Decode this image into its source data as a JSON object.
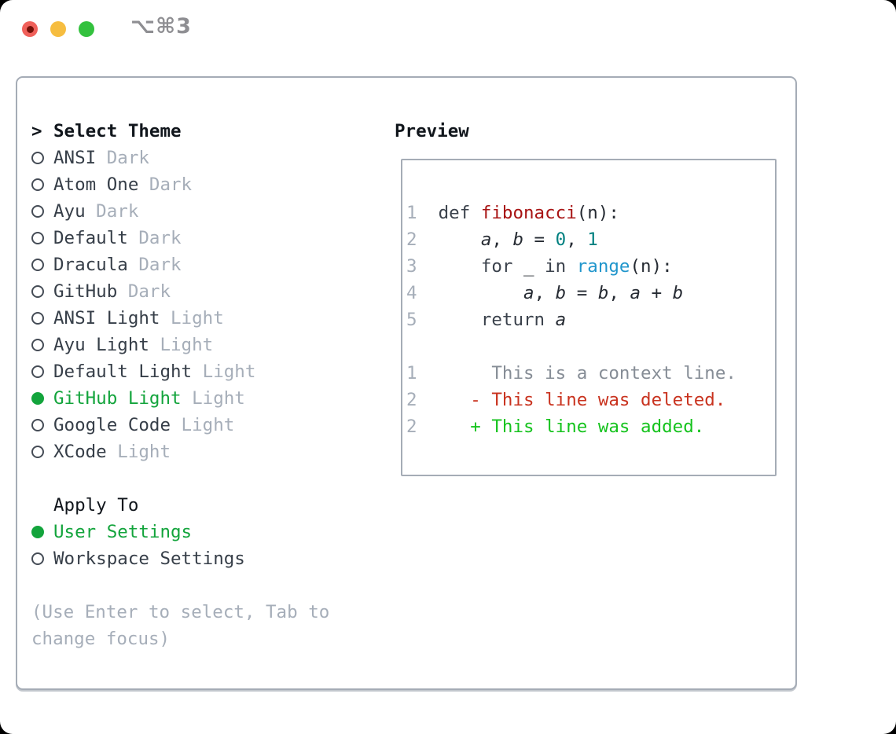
{
  "window": {
    "title": "⌥⌘3"
  },
  "traffic_lights": {
    "close_color": "#f0605a",
    "close_dot_color": "#741008",
    "minimize_color": "#f6bd40",
    "zoom_color": "#33c13e"
  },
  "colors": {
    "border": "#a5acb6",
    "ink": "#11161c",
    "text": "#363e48",
    "muted": "#a6aeb9",
    "ring": "#454c56",
    "green": "#13a43c",
    "add": "#16c31e",
    "del": "#c9331f",
    "fn": "#a81414",
    "lit": "#008080",
    "bi": "#2196cc",
    "kw": "#3b424c",
    "plain": "#262b33",
    "ctx": "#868d96",
    "titlegray": "#8e8e92"
  },
  "theme_panel": {
    "prompt": ">",
    "title": "Select Theme",
    "themes": [
      {
        "name": "ANSI",
        "tag": "Dark",
        "selected": false
      },
      {
        "name": "Atom One",
        "tag": "Dark",
        "selected": false
      },
      {
        "name": "Ayu",
        "tag": "Dark",
        "selected": false
      },
      {
        "name": "Default",
        "tag": "Dark",
        "selected": false
      },
      {
        "name": "Dracula",
        "tag": "Dark",
        "selected": false
      },
      {
        "name": "GitHub",
        "tag": "Dark",
        "selected": false
      },
      {
        "name": "ANSI Light",
        "tag": "Light",
        "selected": false
      },
      {
        "name": "Ayu Light",
        "tag": "Light",
        "selected": false
      },
      {
        "name": "Default Light",
        "tag": "Light",
        "selected": false
      },
      {
        "name": "GitHub Light",
        "tag": "Light",
        "selected": true
      },
      {
        "name": "Google Code",
        "tag": "Light",
        "selected": false
      },
      {
        "name": "XCode",
        "tag": "Light",
        "selected": false
      }
    ],
    "apply_to": {
      "title": "Apply To",
      "options": [
        {
          "name": "User Settings",
          "selected": true
        },
        {
          "name": "Workspace Settings",
          "selected": false
        }
      ]
    },
    "hint_lines": [
      "(Use Enter to select, Tab to",
      "change focus)"
    ]
  },
  "preview": {
    "title": "Preview",
    "lines": [
      [],
      [
        {
          "t": "1",
          "c": "num"
        },
        {
          "t": "  ",
          "c": "plain"
        },
        {
          "t": "def",
          "c": "kw"
        },
        {
          "t": " ",
          "c": "plain"
        },
        {
          "t": "fibonacci",
          "c": "fn"
        },
        {
          "t": "(n):",
          "c": "plain"
        }
      ],
      [
        {
          "t": "2",
          "c": "num"
        },
        {
          "t": "      ",
          "c": "plain"
        },
        {
          "t": "a",
          "c": "var"
        },
        {
          "t": ", ",
          "c": "plain"
        },
        {
          "t": "b",
          "c": "var"
        },
        {
          "t": " = ",
          "c": "plain"
        },
        {
          "t": "0",
          "c": "lit"
        },
        {
          "t": ", ",
          "c": "plain"
        },
        {
          "t": "1",
          "c": "lit"
        }
      ],
      [
        {
          "t": "3",
          "c": "num"
        },
        {
          "t": "      ",
          "c": "plain"
        },
        {
          "t": "for",
          "c": "kw"
        },
        {
          "t": " ",
          "c": "plain"
        },
        {
          "t": "_",
          "c": "var"
        },
        {
          "t": " ",
          "c": "plain"
        },
        {
          "t": "in",
          "c": "kw"
        },
        {
          "t": " ",
          "c": "plain"
        },
        {
          "t": "range",
          "c": "bi"
        },
        {
          "t": "(n):",
          "c": "plain"
        }
      ],
      [
        {
          "t": "4",
          "c": "num"
        },
        {
          "t": "          ",
          "c": "plain"
        },
        {
          "t": "a",
          "c": "var"
        },
        {
          "t": ", ",
          "c": "plain"
        },
        {
          "t": "b",
          "c": "var"
        },
        {
          "t": " = ",
          "c": "plain"
        },
        {
          "t": "b",
          "c": "var"
        },
        {
          "t": ", ",
          "c": "plain"
        },
        {
          "t": "a",
          "c": "var"
        },
        {
          "t": " + ",
          "c": "plain"
        },
        {
          "t": "b",
          "c": "var"
        }
      ],
      [
        {
          "t": "5",
          "c": "num"
        },
        {
          "t": "      ",
          "c": "plain"
        },
        {
          "t": "return",
          "c": "kw"
        },
        {
          "t": " ",
          "c": "plain"
        },
        {
          "t": "a",
          "c": "var"
        }
      ],
      [],
      [
        {
          "t": "1",
          "c": "num"
        },
        {
          "t": "       ",
          "c": "plain"
        },
        {
          "t": "This is a context line.",
          "c": "ctx"
        }
      ],
      [
        {
          "t": "2",
          "c": "num"
        },
        {
          "t": "     ",
          "c": "plain"
        },
        {
          "t": "- This line was deleted.",
          "c": "del"
        }
      ],
      [
        {
          "t": "2",
          "c": "num"
        },
        {
          "t": "     ",
          "c": "plain"
        },
        {
          "t": "+ This line was added.",
          "c": "add"
        }
      ]
    ]
  }
}
